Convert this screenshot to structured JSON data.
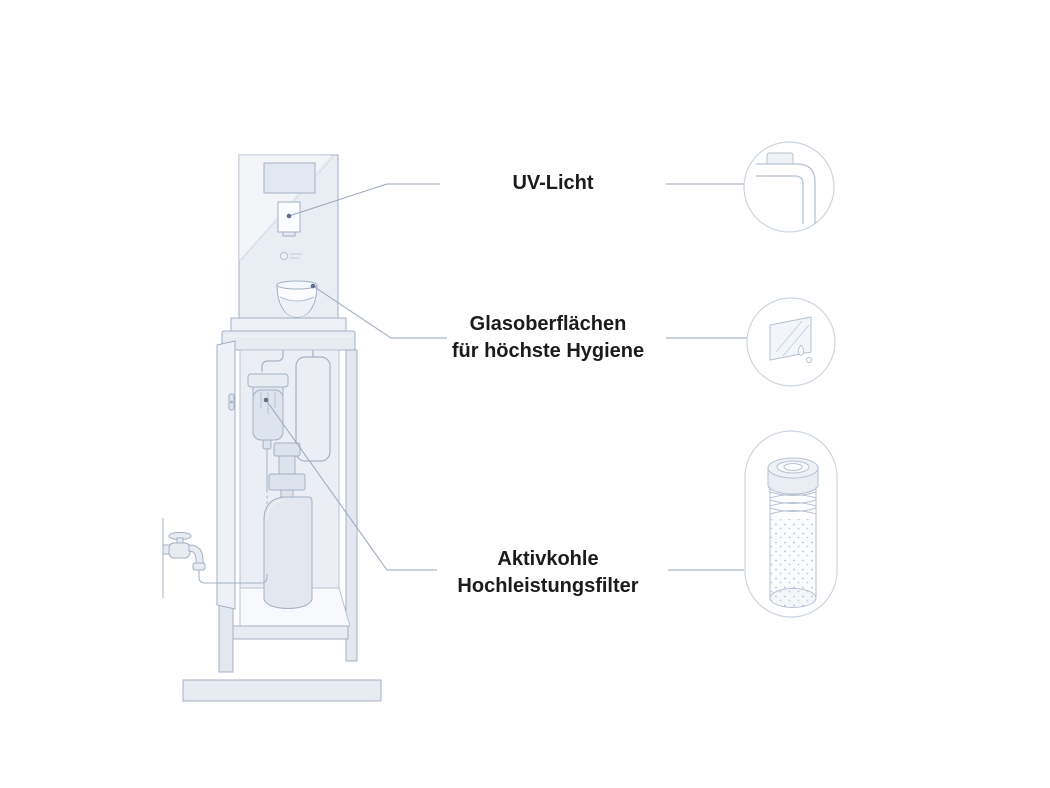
{
  "annotations": [
    {
      "id": "uv-licht",
      "lines": [
        "UV-Licht"
      ],
      "icon": "uv-outlet-pipe-icon"
    },
    {
      "id": "glasoberflaechen",
      "lines": [
        "Glasoberflächen",
        "für höchste Hygiene"
      ],
      "icon": "glass-pane-drops-icon"
    },
    {
      "id": "aktivkohle-filter",
      "lines": [
        "Aktivkohle",
        "Hochleistungsfilter"
      ],
      "icon": "carbon-filter-cartridge-icon"
    }
  ],
  "machine": {
    "name": "water-dispenser-tower-with-undercounter-cabinet",
    "parts": [
      "display-panel",
      "uv-dispense-outlet",
      "brand-logo",
      "water-glass",
      "counter-top",
      "cabinet-door",
      "pipe-loop",
      "carbon-filter-cartridge",
      "co2-bottle",
      "water-tap",
      "supply-hose",
      "shelf",
      "base-plate"
    ]
  },
  "palette": {
    "background": "#ffffff",
    "line_stroke": "#a3b0c3",
    "soft_stroke": "#c5cfdc",
    "panel_fill": "#e9edf4",
    "component_fill": "#dde4ee",
    "white_fill": "#fcfdfe",
    "leader_line": "#98a6b9",
    "anchor_dot": "#5f7089",
    "label_text": "#1b1b1d"
  }
}
